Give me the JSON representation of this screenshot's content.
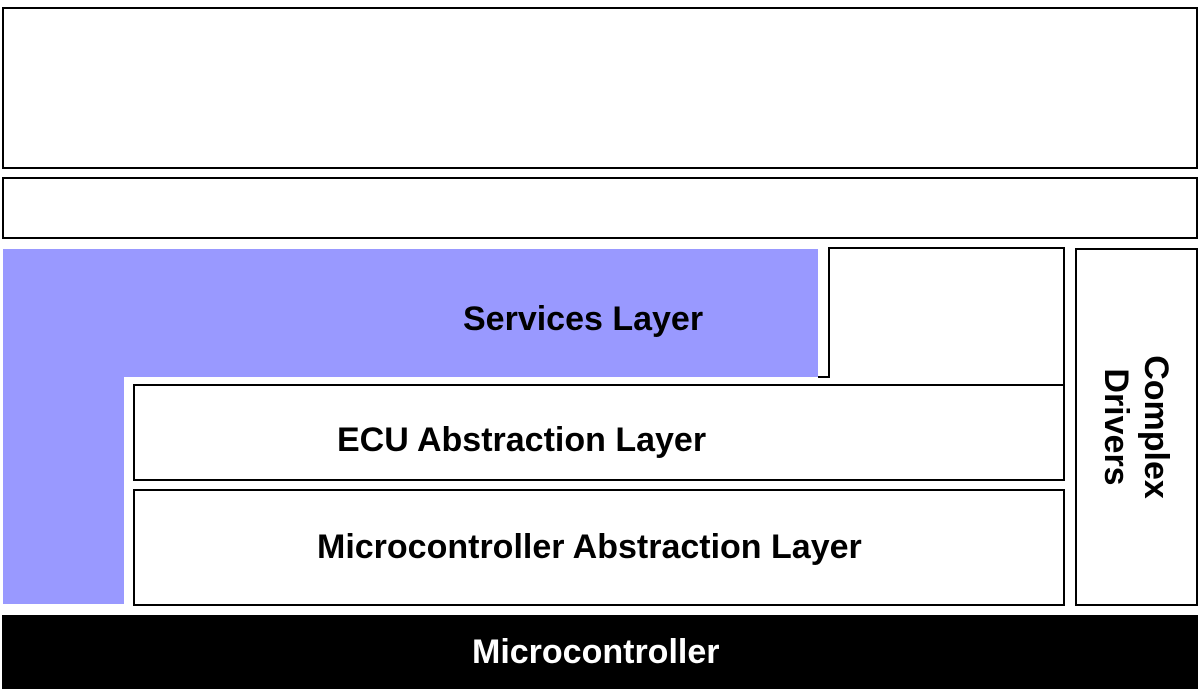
{
  "layers": {
    "services": "Services Layer",
    "ecu_abstraction": "ECU Abstraction Layer",
    "microcontroller_abstraction": "Microcontroller Abstraction Layer",
    "complex_drivers_line1": "Complex",
    "complex_drivers_line2": "Drivers",
    "microcontroller": "Microcontroller"
  },
  "colors": {
    "services_fill": "#9999ff",
    "microcontroller_fill": "#000000",
    "border": "#000000"
  }
}
